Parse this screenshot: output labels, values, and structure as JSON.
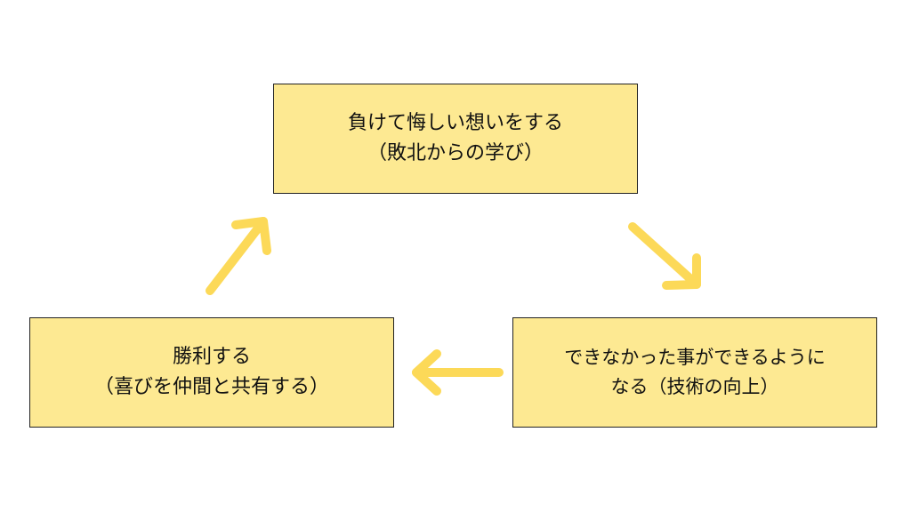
{
  "colors": {
    "box_fill": "#fde992",
    "box_border": "#222222",
    "arrow": "#fcd958",
    "text": "#111111"
  },
  "boxes": {
    "top": {
      "line1": "負けて悔しい想いをする",
      "line2": "（敗北からの学び）"
    },
    "right": {
      "line1": "できなかった事ができるように",
      "line2": "なる（技術の向上）"
    },
    "left": {
      "line1": "勝利する",
      "line2": "（喜びを仲間と共有する）"
    }
  },
  "arrows": [
    {
      "from": "top",
      "to": "right"
    },
    {
      "from": "right",
      "to": "left"
    },
    {
      "from": "left",
      "to": "top"
    }
  ]
}
